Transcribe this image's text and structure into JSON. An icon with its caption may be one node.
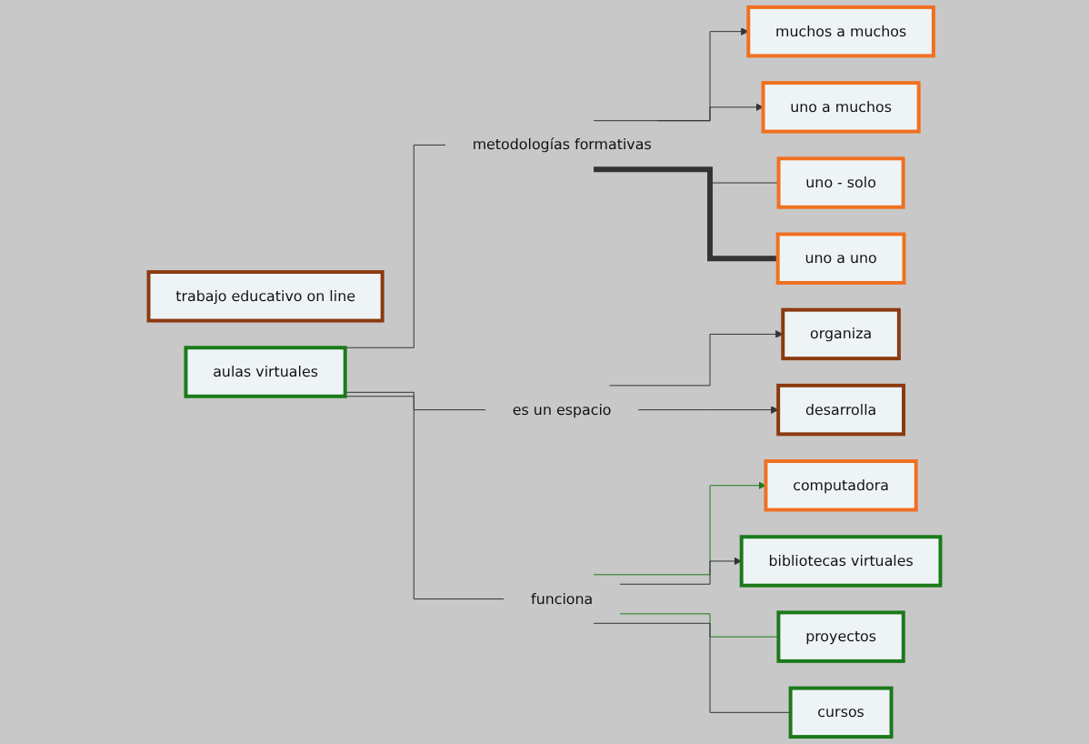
{
  "diagram": {
    "nodes": [
      {
        "text": [
          "muchos a muchos"
        ]
      },
      {
        "text": [
          "organiza"
        ]
      },
      {
        "text": [
          "uno a muchos"
        ]
      },
      {
        "text": [
          "trabajo educativo on line"
        ]
      },
      {
        "text": [
          "metodologías formativas"
        ]
      },
      {
        "text": [
          "es un espacio"
        ]
      },
      {
        "text": [
          "uno - solo"
        ]
      },
      {
        "text": [
          "desarrolla"
        ]
      },
      {
        "text": [
          "aulas  virtuales"
        ]
      },
      {
        "text": [
          "uno a uno"
        ]
      },
      {
        "text": [
          "computadora"
        ]
      },
      {
        "text": [
          "funciona"
        ]
      },
      {
        "text": [
          "bibliotecas virtuales"
        ]
      },
      {
        "text": [
          "proyectos"
        ]
      },
      {
        "text": [
          "cursos"
        ]
      }
    ],
    "edges": [
      {
        "from": 8,
        "to": 4,
        "arrow": "none"
      },
      {
        "from": 4,
        "to": 0,
        "arrow": "to"
      },
      {
        "from": 4,
        "to": 2,
        "arrow": "to"
      },
      {
        "from": 4,
        "to": 6,
        "arrow": "none"
      },
      {
        "from": 4,
        "to": 9,
        "arrow": "none",
        "style": "thick"
      },
      {
        "from": 8,
        "to": 5,
        "arrow": "none"
      },
      {
        "from": 5,
        "to": 1,
        "arrow": "to"
      },
      {
        "from": 5,
        "to": 7,
        "arrow": "to"
      },
      {
        "from": 8,
        "to": 11,
        "arrow": "none"
      },
      {
        "from": 11,
        "to": 10,
        "arrow": "to",
        "color": "#1a7a1a"
      },
      {
        "from": 11,
        "to": 12,
        "arrow": "to"
      },
      {
        "from": 11,
        "to": 13,
        "arrow": "none",
        "color": "#1a7a1a"
      },
      {
        "from": 11,
        "to": 14,
        "arrow": "none"
      }
    ]
  }
}
